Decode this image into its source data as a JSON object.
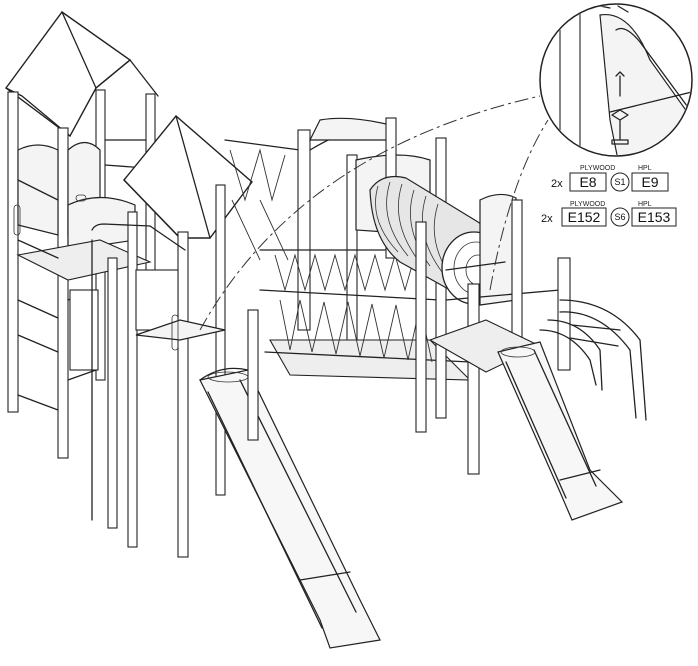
{
  "legend": {
    "row1": {
      "qty": "2x",
      "plywood_label": "PLYWOOD",
      "hpl_label": "HPL",
      "plywood_code": "E8",
      "symbol": "S1",
      "hpl_code": "E9"
    },
    "row2": {
      "qty": "2x",
      "plywood_label": "PLYWOOD",
      "hpl_label": "HPL",
      "plywood_code": "E152",
      "symbol": "S6",
      "hpl_code": "E153"
    }
  },
  "colors": {
    "line": "#222222",
    "background": "#ffffff",
    "panel_fill": "#f4f4f4"
  },
  "icons": [
    "detail-magnifier",
    "bolt-screw",
    "tube-tunnel",
    "slide",
    "rope-net-bridge"
  ]
}
